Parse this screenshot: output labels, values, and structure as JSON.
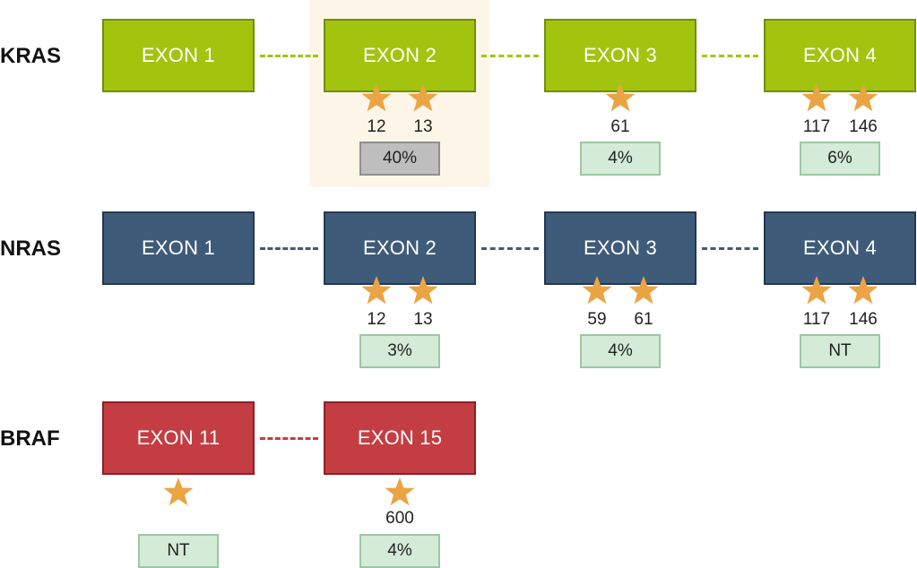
{
  "genes": [
    {
      "name": "KRAS",
      "theme": "kras",
      "exons": [
        {
          "label": "EXON 1",
          "codons": [],
          "frequency": null
        },
        {
          "label": "EXON 2",
          "codons": [
            "12",
            "13"
          ],
          "frequency": "40%",
          "highlighted": true
        },
        {
          "label": "EXON 3",
          "codons": [
            "61"
          ],
          "frequency": "4%"
        },
        {
          "label": "EXON 4",
          "codons": [
            "117",
            "146"
          ],
          "frequency": "6%"
        }
      ]
    },
    {
      "name": "NRAS",
      "theme": "nras",
      "exons": [
        {
          "label": "EXON 1",
          "codons": [],
          "frequency": null
        },
        {
          "label": "EXON 2",
          "codons": [
            "12",
            "13"
          ],
          "frequency": "3%"
        },
        {
          "label": "EXON 3",
          "codons": [
            "59",
            "61"
          ],
          "frequency": "4%"
        },
        {
          "label": "EXON 4",
          "codons": [
            "117",
            "146"
          ],
          "frequency": "NT"
        }
      ]
    },
    {
      "name": "BRAF",
      "theme": "braf",
      "exons": [
        {
          "label": "EXON 11",
          "codons": [
            ""
          ],
          "frequency": "NT"
        },
        {
          "label": "EXON 15",
          "codons": [
            "600"
          ],
          "frequency": "4%"
        }
      ]
    }
  ],
  "colors": {
    "kras": "#a3c40e",
    "nras": "#3f5b7a",
    "braf": "#c43d42",
    "star": "#eba444",
    "frequency_box": "#d3ebd7",
    "frequency_box_highlight": "#bebebe",
    "highlight_background": "#fdf6e8"
  },
  "icons": {
    "mutation_marker": "star-icon"
  }
}
